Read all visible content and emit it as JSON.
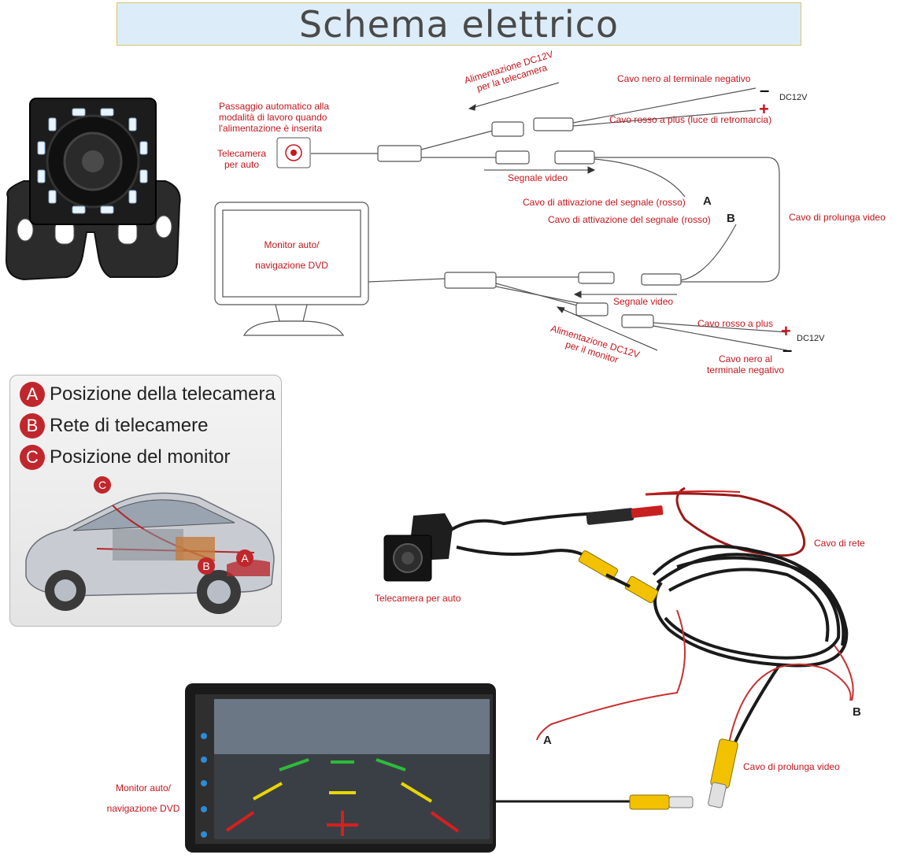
{
  "title": "Schema elettrico",
  "top_diagram": {
    "camera_power": "Alimentazione DC12V\nper la telecamera",
    "black_negative": "Cavo nero al terminale negativo",
    "dc12v_1": "DC12V",
    "red_plus_reverse": "Cavo rosso a plus (luce di retromarcia)",
    "auto_mode": [
      "Passaggio automatico alla",
      "modalità di lavoro quando",
      "l'alimentazione è inserita"
    ],
    "car_camera": [
      "Telecamera",
      "per auto"
    ],
    "video_signal_1": "Segnale video",
    "trigger_a": "Cavo di attivazione del segnale (rosso)",
    "letter_a": "A",
    "trigger_b": "Cavo di attivazione del segnale (rosso)",
    "letter_b": "B",
    "extension_cable": "Cavo di prolunga video",
    "monitor_label": [
      "Monitor auto/",
      "navigazione DVD"
    ],
    "video_signal_2": "Segnale video",
    "red_plus": "Cavo rosso a plus",
    "dc12v_2": "DC12V",
    "black_negative_2": [
      "Cavo nero al",
      "terminale negativo"
    ],
    "monitor_power": "Alimentazione DC12V\nper il monitor"
  },
  "legend": {
    "items": [
      {
        "badge": "A",
        "text": "Posizione della telecamera"
      },
      {
        "badge": "B",
        "text": "Rete di telecamere"
      },
      {
        "badge": "C",
        "text": "Posizione del monitor"
      }
    ],
    "car_badges": [
      "C",
      "B",
      "A"
    ]
  },
  "photo_diagram": {
    "power_cable": "Cavo di rete",
    "car_camera": "Telecamera per auto",
    "letter_a": "A",
    "letter_b": "B",
    "extension_cable": "Cavo di prolunga video",
    "monitor_label": [
      "Monitor auto/",
      "navigazione DVD"
    ]
  },
  "colors": {
    "accent_red": "#c4161c",
    "title_bg": "#dcecf8",
    "rca_yellow": "#f2c200"
  }
}
